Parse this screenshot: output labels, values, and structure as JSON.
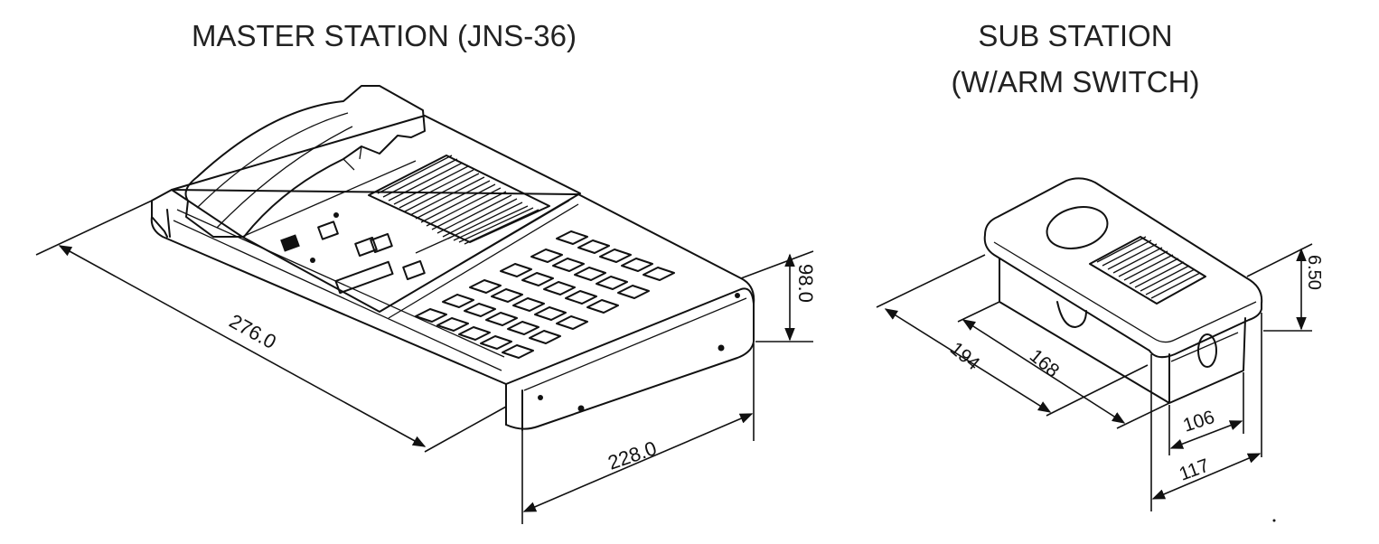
{
  "master": {
    "title": "MASTER STATION (JNS-36)",
    "dimensions": {
      "length": "276.0",
      "width": "228.0",
      "height": "98.0"
    }
  },
  "sub": {
    "title_line1": "SUB STATION",
    "title_line2": "(W/ARM SWITCH)",
    "dimensions": {
      "outer_depth": "194",
      "inner_depth": "168",
      "inner_width": "106",
      "outer_width": "117",
      "height": "6.50"
    }
  }
}
